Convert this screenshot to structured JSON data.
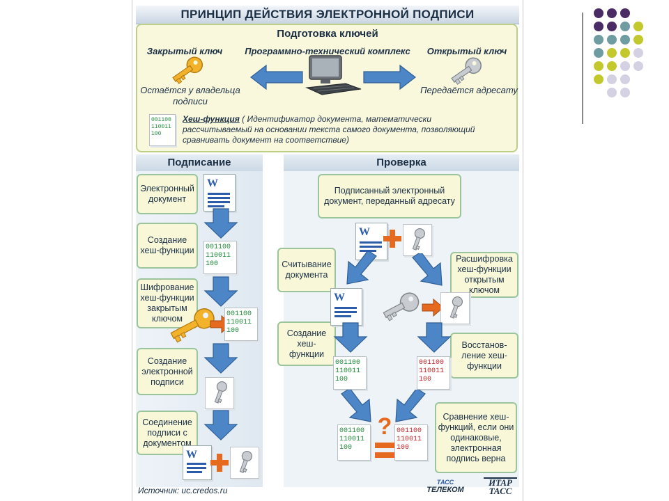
{
  "title": "ПРИНЦИП ДЕЙСТВИЯ ЭЛЕКТРОННОЙ ПОДПИСИ",
  "key_prep": {
    "heading": "Подготовка ключей",
    "private_key_label": "Закрытый ключ",
    "complex_label": "Программно-технический комплекс",
    "public_key_label": "Открытый ключ",
    "private_key_note": "Остаётся у владельца подписи",
    "public_key_note": "Передаётся адресату",
    "hash_term": "Хеш-функция",
    "hash_desc_1": "( Идентификатор документа, математически",
    "hash_desc_2": "рассчитываемый на основании текста самого документа, позволяющий",
    "hash_desc_3": "сравнивать документ на соответствие)"
  },
  "hash_codes": {
    "l1": "001100",
    "l2": "110011",
    "l3": "100"
  },
  "signing": {
    "heading": "Подписание",
    "steps": [
      "Электронный документ",
      "Создание хеш-функции",
      "Шифрование хеш-функции закрытым ключом",
      "Создание электронной подписи",
      "Соединение подписи с документом"
    ]
  },
  "verification": {
    "heading": "Проверка",
    "received": "Подписанный электронный документ, переданный адресату",
    "read_doc": "Считывание документа",
    "create_hash": "Создание хеш-функции",
    "decrypt": "Расшифровка хеш-функции открытым ключом",
    "restore": "Восстанов-ление хеш-функции",
    "compare": "Сравнение хеш-функций, если они одинаковые, электронная подпись верна"
  },
  "source": "Источник: uc.credos.ru",
  "logos": {
    "tass_telecom_1": "ТАСС",
    "tass_telecom_2": "ТЕЛЕКОМ",
    "itar_tass_1": "ИТАР",
    "itar_tass_2": "ТАСС"
  },
  "colors": {
    "accent_purple": "#4b2b63",
    "accent_teal": "#6e9ca0",
    "accent_yellow": "#c3c92d",
    "accent_lavender": "#d4d1e3",
    "arrow_blue": "#4d86c7",
    "box_border": "#9cc49c"
  }
}
